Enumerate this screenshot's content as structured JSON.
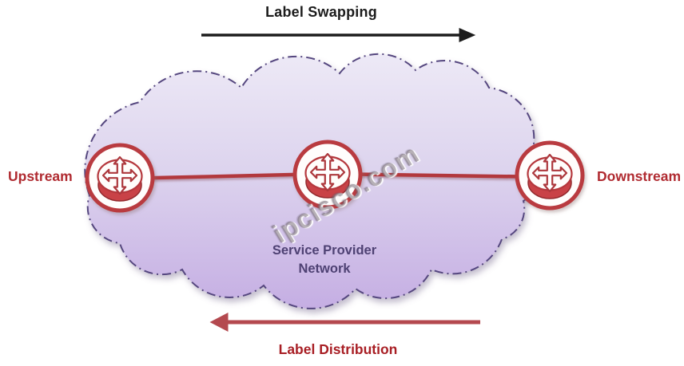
{
  "flows": {
    "top": {
      "label": "Label Swapping",
      "direction": "right",
      "arrow_color": "#1c1c1c"
    },
    "bottom": {
      "label": "Label Distribution",
      "direction": "left",
      "arrow_color": "#b4494f",
      "label_color": "#a81e24"
    }
  },
  "nodes": {
    "upstream": {
      "label": "Upstream"
    },
    "downstream": {
      "label": "Downstream"
    },
    "label_color": "#b02b31"
  },
  "cloud": {
    "label": "Service Provider Network",
    "label_color": "#4e4173",
    "border_color": "#55467f",
    "fill_top": "#ece7f5",
    "fill_bottom": "#c5aee3"
  },
  "link": {
    "color": "#b2383e"
  },
  "router": {
    "accent_color": "#b93a3f"
  },
  "watermark": {
    "text": "ipcisco.com"
  }
}
